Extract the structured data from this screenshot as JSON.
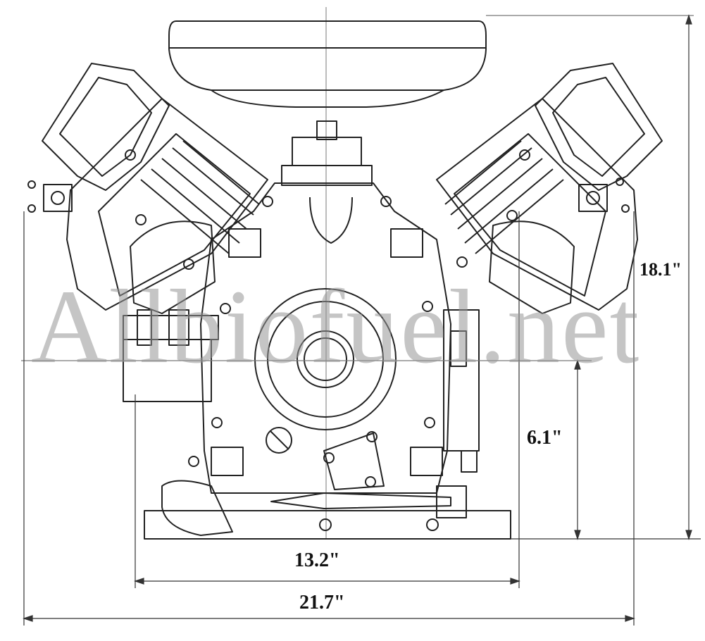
{
  "diagram": {
    "watermark": "Allbiofuel.net",
    "dimensions": {
      "height_total": "18.1\"",
      "height_shaft": "6.1\"",
      "width_base": "13.2\"",
      "width_total": "21.7\""
    }
  }
}
